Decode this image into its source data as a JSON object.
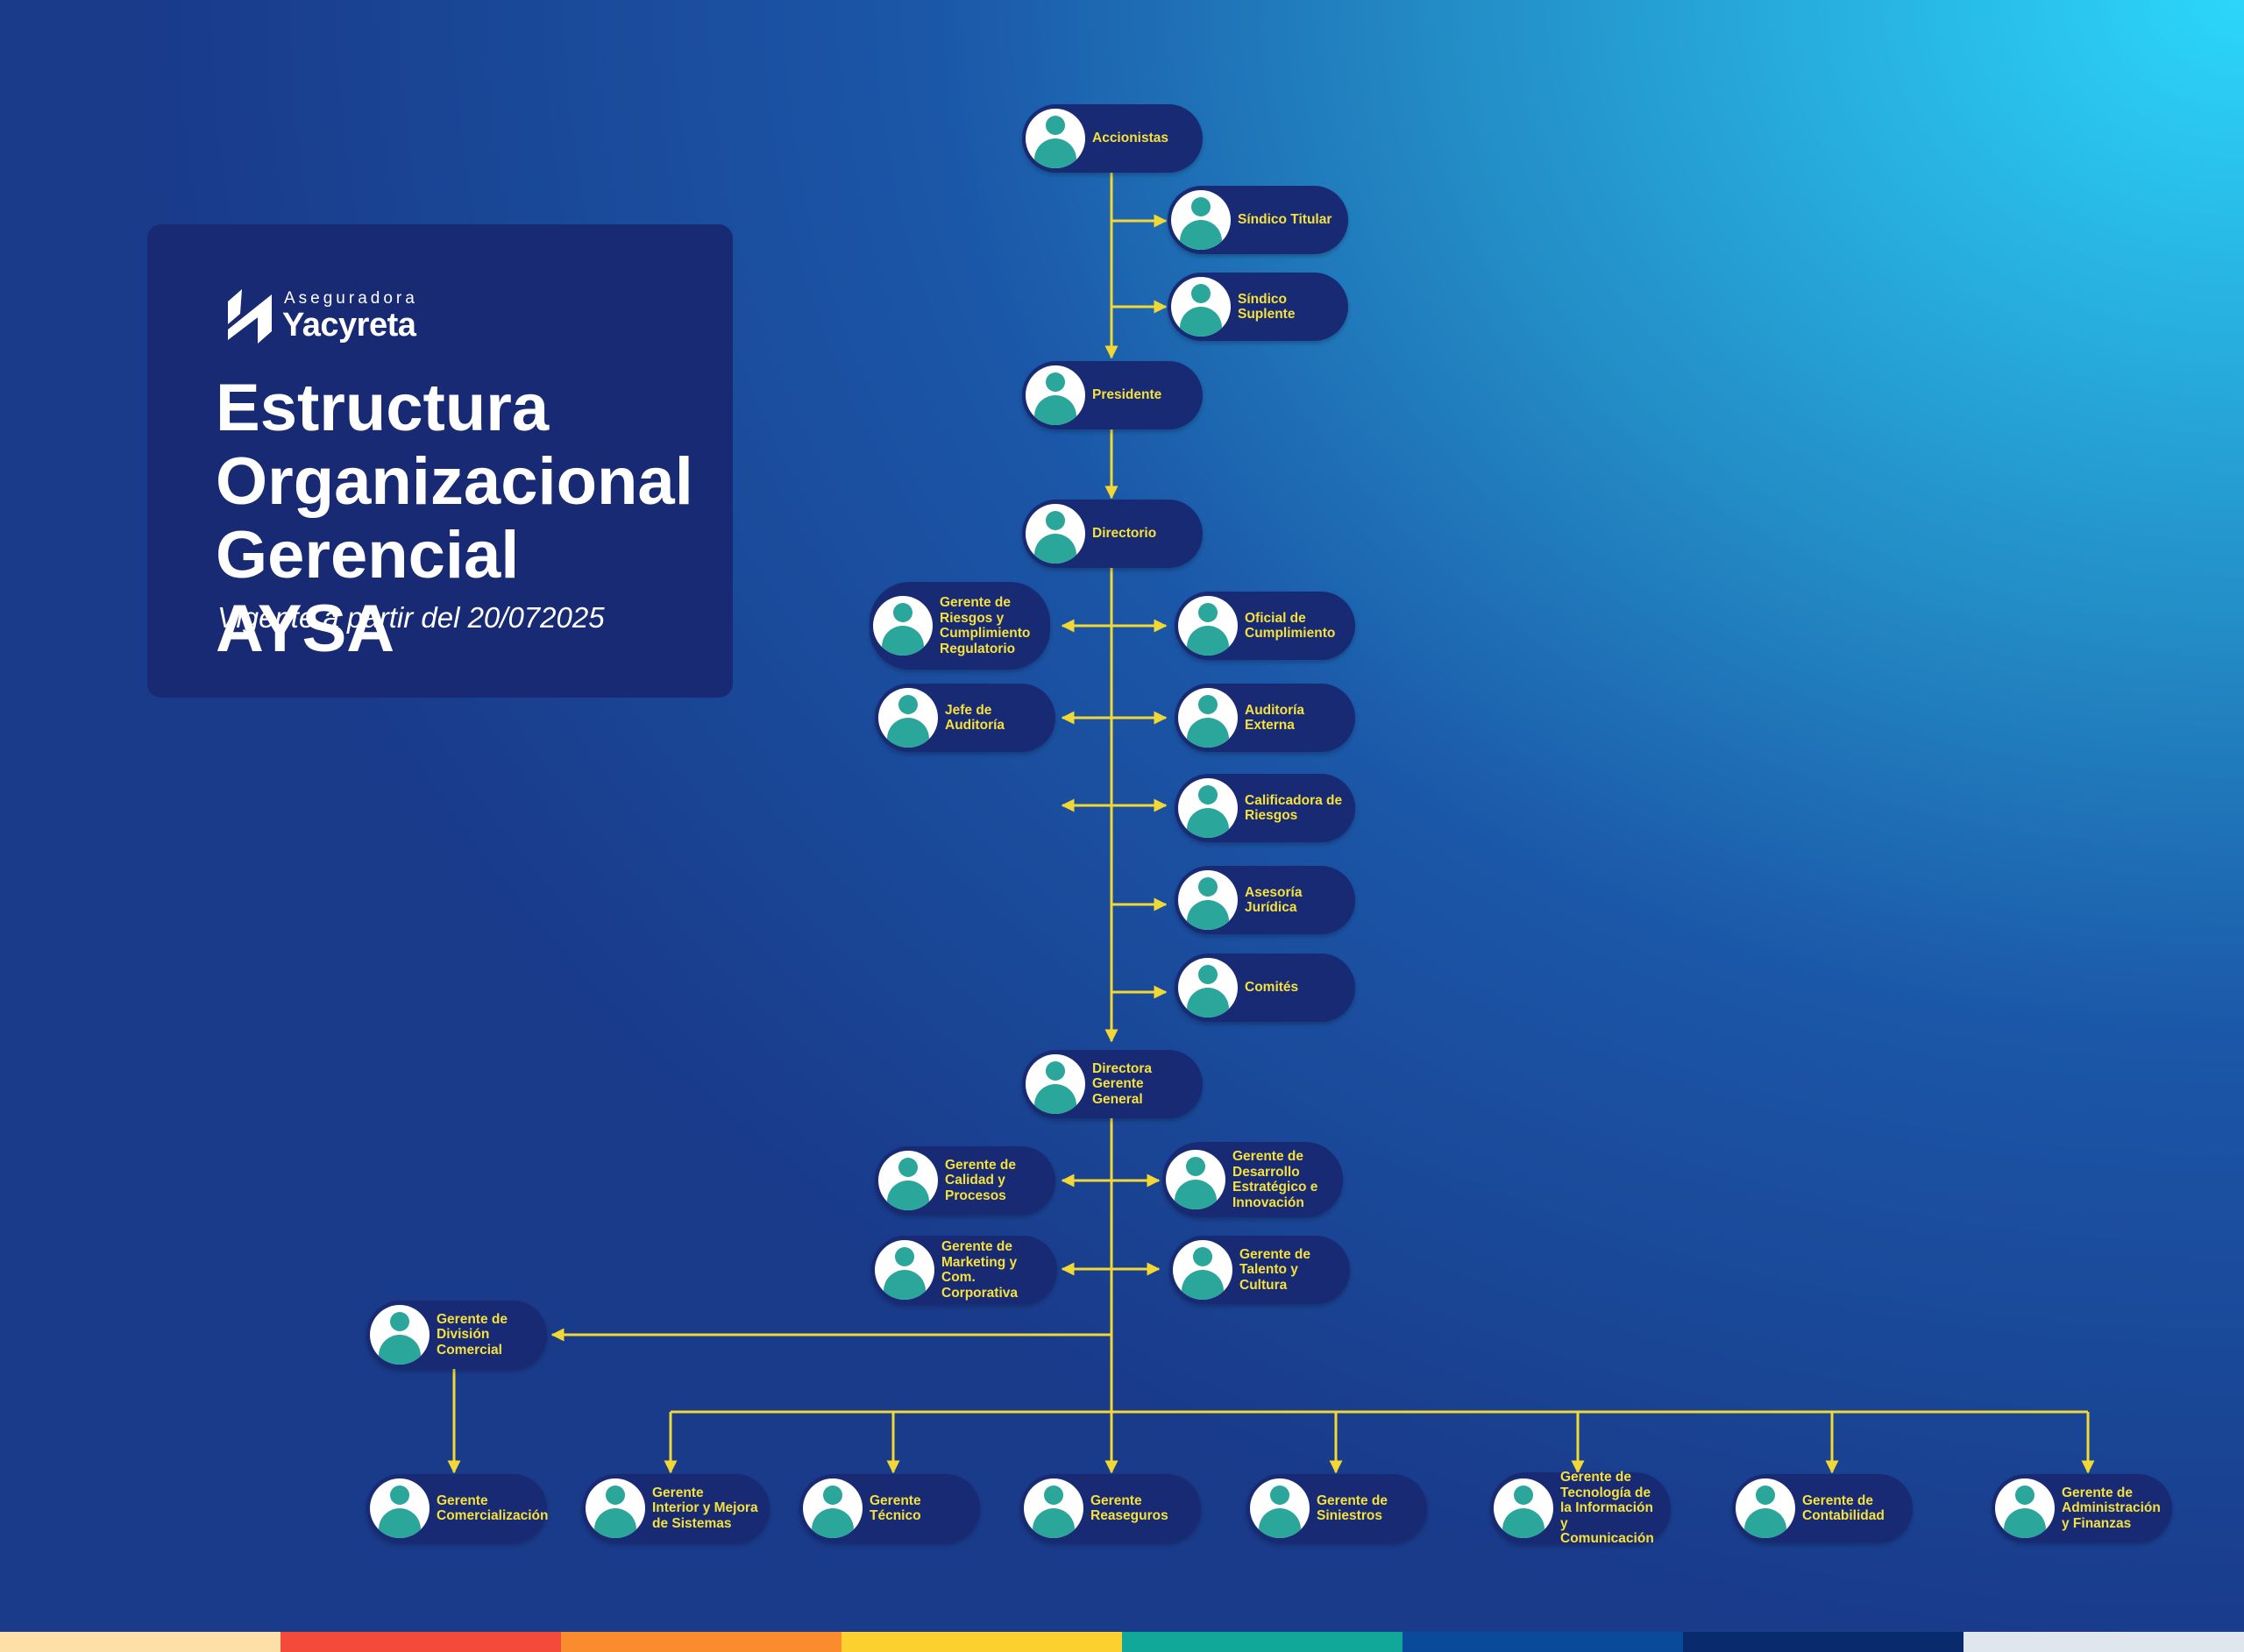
{
  "header": {
    "logo_small": "Aseguradora",
    "logo_large": "Yacyreta",
    "title": "Estructura Organizacional Gerencial AYSA",
    "subtitle": "Vigente a partir del 20/072025"
  },
  "nodes": {
    "accionistas": "Accionistas",
    "sindico_titular": "Síndico Titular",
    "sindico_suplente": "Síndico\nSuplente",
    "presidente": "Presidente",
    "directorio": "Directorio",
    "gerente_riesgos": "Gerente de\nRiesgos y\nCumplimiento\nRegulatorio",
    "oficial_cumplimiento": "Oficial de\nCumplimiento",
    "jefe_auditoria": "Jefe de\nAuditoría",
    "auditoria_externa": "Auditoría\nExterna",
    "calificadora_riesgos": "Calificadora de\nRiesgos",
    "asesoria_juridica": "Asesoría\nJurídica",
    "comites": "Comités",
    "directora_gerente_general": "Directora\nGerente\nGeneral",
    "gerente_calidad": "Gerente de\nCalidad y\nProcesos",
    "gerente_desarrollo": "Gerente de\nDesarrollo\nEstratégico e\nInnovación",
    "gerente_marketing": "Gerente de\nMarketing y\nCom. Corporativa",
    "gerente_talento": "Gerente de\nTalento y\nCultura",
    "gerente_division_comercial": "Gerente de\nDivisión\nComercial",
    "gerente_comercializacion": "Gerente\nComercialización",
    "gerente_interior": "Gerente\nInterior y Mejora\nde Sistemas",
    "gerente_tecnico": "Gerente\nTécnico",
    "gerente_reaseguros": "Gerente\nReaseguros",
    "gerente_siniestros": "Gerente de\nSiniestros",
    "gerente_tecnologia": "Gerente de\nTecnología de\nla Información\ny Comunicación",
    "gerente_contabilidad": "Gerente de\nContabilidad",
    "gerente_administracion": "Gerente de\nAdministración\ny Finanzas"
  },
  "colors": {
    "node_fill": "#192a74",
    "label_text": "#f5e13c",
    "connector": "#f2d835",
    "avatar_icon": "#2aa69b",
    "bottom_bar": [
      "#fde0a8",
      "#f44a3a",
      "#fb8c2e",
      "#fcd02f",
      "#12a899",
      "#0a4a9b",
      "#0a2a6e",
      "#dfe6ee"
    ]
  }
}
